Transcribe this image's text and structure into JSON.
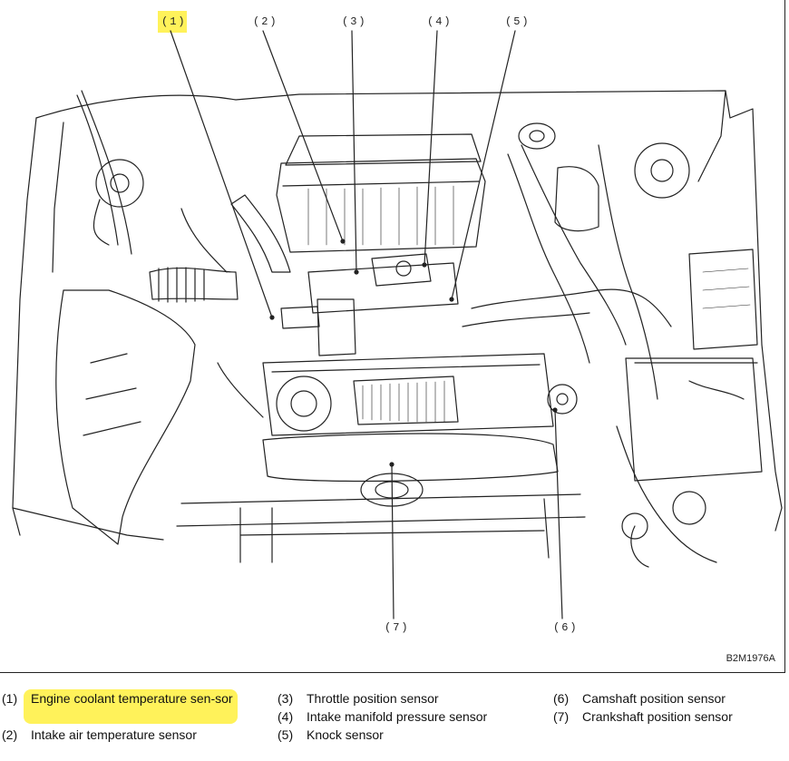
{
  "figure": {
    "code": "B2M1976A",
    "callouts": [
      "(1)",
      "(2)",
      "(3)",
      "(4)",
      "(5)",
      "(6)",
      "(7)"
    ],
    "highlight_color": "#fff25a",
    "line_color": "#222222"
  },
  "legend": [
    {
      "num": "(1)",
      "label": "Engine coolant temperature sensor",
      "display": "Engine coolant temperature sen-sor"
    },
    {
      "num": "(2)",
      "label": "Intake air temperature sensor"
    },
    {
      "num": "(3)",
      "label": "Throttle position sensor"
    },
    {
      "num": "(4)",
      "label": "Intake manifold pressure sensor"
    },
    {
      "num": "(5)",
      "label": "Knock sensor"
    },
    {
      "num": "(6)",
      "label": "Camshaft position sensor"
    },
    {
      "num": "(7)",
      "label": "Crankshaft position sensor"
    }
  ]
}
